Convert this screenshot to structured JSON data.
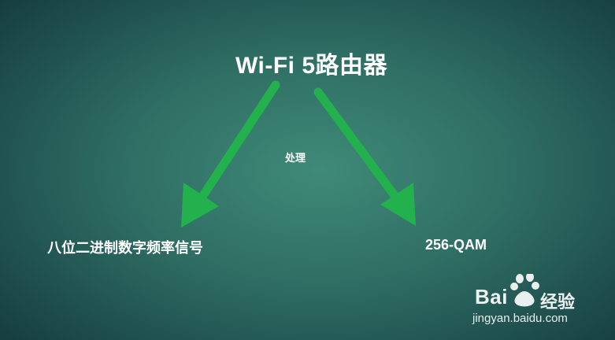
{
  "title": "Wi-Fi 5路由器",
  "middle_label": "处理",
  "left_label": "八位二进制数字频率信号",
  "right_label": "256-QAM",
  "arrow_color": "#22b14c",
  "watermark": {
    "brand": "Bai",
    "brand_cn": "经验",
    "url": "jingyan.baidu.com"
  }
}
